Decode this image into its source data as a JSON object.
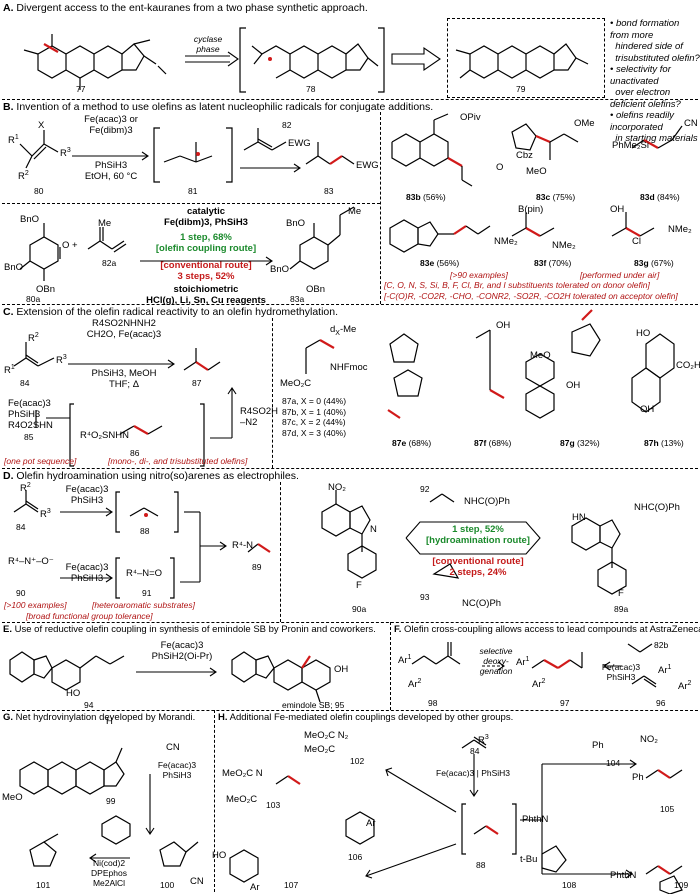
{
  "panelA": {
    "label": "A.",
    "title": "Divergent access to the ent-kauranes from a two phase synthetic approach.",
    "cpd77": "77",
    "cpd78": "78",
    "cpd79": "79",
    "arrow_label": "cyclase\nphase",
    "bullets": [
      "bond formation from more",
      "hindered side of",
      "trisubstituted olefin?",
      "selectivity for unactivated",
      "over electron deficient olefins?",
      "olefins readily incorporated",
      "in starting materials"
    ]
  },
  "panelB": {
    "label": "B.",
    "title": "Invention of a method to use olefins as latent nucleophilic radicals for conjugate additions.",
    "reagents": [
      "Fe(acac)3 or",
      "Fe(dibm)3",
      "PhSiH3",
      "EtOH, 60 °C"
    ],
    "cpd80": "80",
    "cpd81": "81",
    "cpd82": "82",
    "cpd83": "83",
    "ewg": "EWG",
    "cat_label": "catalytic",
    "cat_reagents": "Fe(dibm)3, PhSiH3",
    "route1": [
      "1 step, 68%",
      "[olefin coupling route]"
    ],
    "route2": [
      "[conventional route]",
      "3 steps, 52%"
    ],
    "stoich": [
      "stoichiometric",
      "HCl(g), Li, Sn, Cu reagents"
    ],
    "cpd80a": "80a",
    "cpd82a": "82a",
    "cpd83a": "83a",
    "examples": [
      {
        "id": "83b",
        "yield": "(56%)"
      },
      {
        "id": "83c",
        "yield": "(75%)"
      },
      {
        "id": "83d",
        "yield": "(84%)"
      },
      {
        "id": "83e",
        "yield": "(56%)"
      },
      {
        "id": "83f",
        "yield": "(70%)"
      },
      {
        "id": "83g",
        "yield": "(67%)"
      }
    ],
    "notes": [
      ">90 examples]",
      "[performed under air]"
    ],
    "note_donor": "[C, O, N, S, Si, B, F, Cl, Br, and I substituents tolerated on donor olefin]",
    "note_acceptor": "[-C(O)R, -CO2R, -CHO, -CONR2, -SO2R, -CO2H tolerated on acceptor olefin]"
  },
  "panelC": {
    "label": "C.",
    "title": "Extension of the olefin radical reactivity to an olefin hydromethylation.",
    "reagents": [
      "R4SO2NHNH2",
      "CH2O, Fe(acac)3",
      "PhSiH3, MeOH",
      "THF; Δ"
    ],
    "cpd84": "84",
    "cpd85": "85",
    "cpd86": "86",
    "cpd87": "87",
    "reagent85": [
      "Fe(acac)3",
      "PhSiH3",
      "R4O2SHN"
    ],
    "leaving": [
      "R4SO2H",
      "–N2"
    ],
    "note1": "[one pot sequence]",
    "note2": "[mono-, di-, and trisubstituted olefins]",
    "series": [
      "87a, X = 0 (44%)",
      "87b, X = 1 (40%)",
      "87c, X = 2 (44%)",
      "87d, X = 3 (40%)"
    ],
    "examples": [
      {
        "id": "87e",
        "yield": "(68%)"
      },
      {
        "id": "87f",
        "yield": "(68%)"
      },
      {
        "id": "87g",
        "yield": "(32%)"
      },
      {
        "id": "87h",
        "yield": "(13%)"
      }
    ],
    "nhfmoc": "NHFmoc"
  },
  "panelD": {
    "label": "D.",
    "title": "Olefin hydroamination using nitro(so)arenes as electrophiles.",
    "reagents": [
      "Fe(acac)3",
      "PhSiH3"
    ],
    "cpd84": "84",
    "cpd88": "88",
    "cpd89": "89",
    "cpd90": "90",
    "cpd91": "91",
    "note1": "[>100 examples]",
    "note2": "[heteroaromatic substrates]",
    "note3": "[broad functional group tolerance]",
    "cpd92": "92",
    "cpd93": "93",
    "cpd90a": "90a",
    "cpd89a": "89a",
    "route1": [
      "1 step, 52%",
      "[hydroamination route]"
    ],
    "route2": [
      "[conventional route]",
      "2 steps, 24%"
    ],
    "nhcoph": "NHC(O)Ph",
    "ncoph": "NC(O)Ph"
  },
  "panelE": {
    "label": "E.",
    "title": "Use of reductive olefin coupling in synthesis of emindole SB by Pronin and coworkers.",
    "reagents": [
      "Fe(acac)3",
      "PhSiH2(Oi-Pr)"
    ],
    "cpd94": "94",
    "product": "emindole SB; 95"
  },
  "panelF": {
    "label": "F.",
    "title": "Olefin cross-coupling allows access to lead compounds at AstraZeneca.",
    "cpd98": "98",
    "cpd97": "97",
    "cpd96": "96",
    "cpd82b": "82b",
    "reagents": [
      "Fe(acac)3",
      "PhSiH3"
    ],
    "mid": [
      "selective",
      "deoxy-",
      "genation"
    ]
  },
  "panelG": {
    "label": "G.",
    "title": "Net hydrovinylation developed by Morandi.",
    "cpd99": "99",
    "cpd100": "100",
    "cpd101": "101",
    "reagents": [
      "Fe(acac)3",
      "PhSiH3"
    ],
    "reagents2": [
      "Ni(cod)2",
      "DPEphos",
      "Me2AlCl"
    ]
  },
  "panelH": {
    "label": "H.",
    "title": "Additional Fe-mediated olefin couplings developed by other groups.",
    "reagents": [
      "Fe(acac)3 | PhSiH3"
    ],
    "cpds": [
      "84",
      "88",
      "102",
      "103",
      "104",
      "105",
      "106",
      "107",
      "108",
      "109"
    ]
  }
}
